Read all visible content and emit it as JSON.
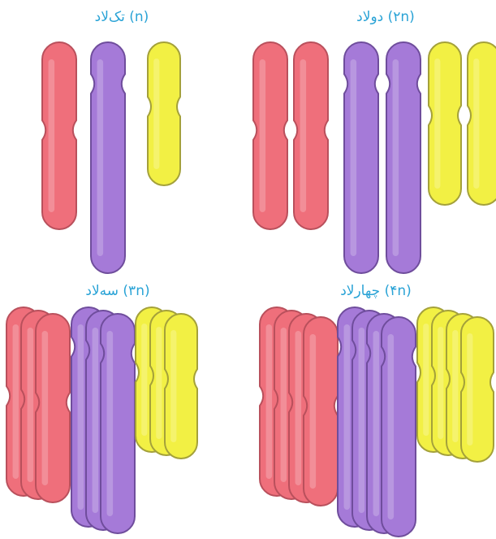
{
  "panels": [
    {
      "id": "haploid",
      "label": "تک‌لاد (n)",
      "copies": 1
    },
    {
      "id": "diploid",
      "label": "دولاد (۲n)",
      "copies": 2
    },
    {
      "id": "triploid",
      "label": "سه‌لاد (۳n)",
      "copies": 3
    },
    {
      "id": "tetraploid",
      "label": "چهارلاد (۴n)",
      "copies": 4
    }
  ],
  "chromosome_types": [
    {
      "name": "red",
      "fill": "#ef6f7b",
      "stroke": "#b9505c"
    },
    {
      "name": "purple",
      "fill": "#a57ad8",
      "stroke": "#6f4d9c"
    },
    {
      "name": "yellow",
      "fill": "#f2f044",
      "stroke": "#a4a13a"
    }
  ],
  "colors": {
    "title": "#2aa3d6",
    "background": "#ffffff"
  }
}
